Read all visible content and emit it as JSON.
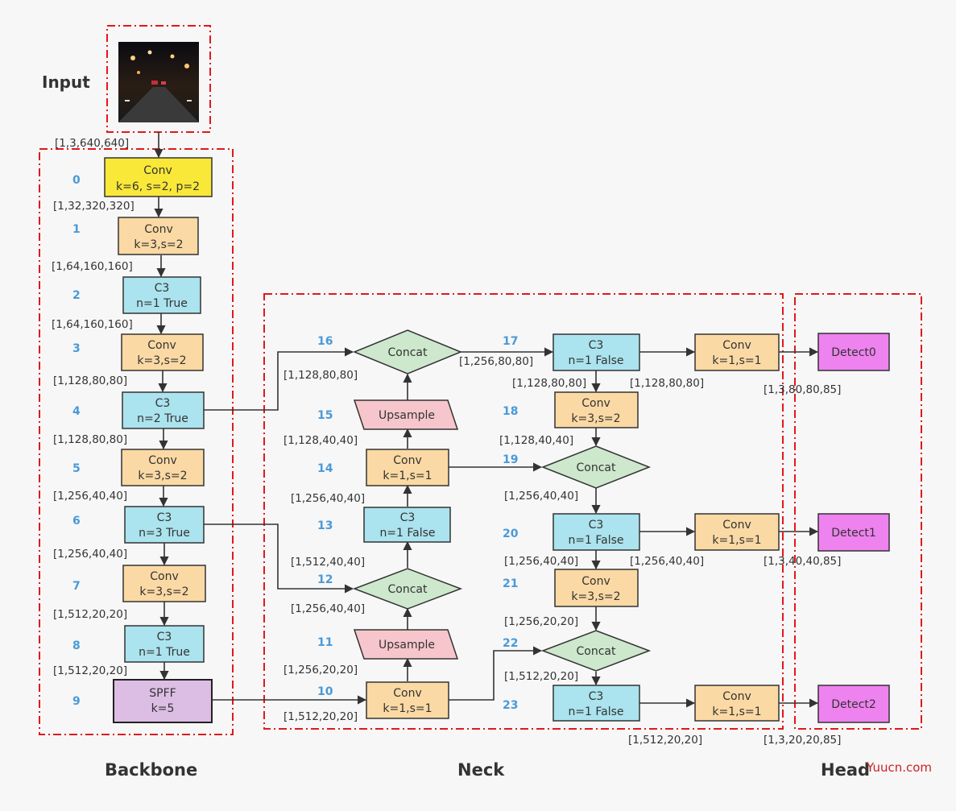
{
  "sections": {
    "input": "Input",
    "backbone": "Backbone",
    "neck": "Neck",
    "head": "Head"
  },
  "watermark": "Yuucn.com",
  "colors": {
    "conv_yellow": "#f9e838",
    "conv": "#fbd9a4",
    "c3": "#abe3ee",
    "spff": "#dcbde4",
    "upsample": "#f6c6cc",
    "concat": "#cde8cd",
    "detect": "#ee82ee",
    "index": "#4a9ad8",
    "region_border": "#e0191b"
  },
  "nodes": {
    "n0": {
      "index": "0",
      "line1": "Conv",
      "line2": "k=6, s=2, p=2"
    },
    "n1": {
      "index": "1",
      "line1": "Conv",
      "line2": "k=3,s=2"
    },
    "n2": {
      "index": "2",
      "line1": "C3",
      "line2": "n=1 True"
    },
    "n3": {
      "index": "3",
      "line1": "Conv",
      "line2": "k=3,s=2"
    },
    "n4": {
      "index": "4",
      "line1": "C3",
      "line2": "n=2 True"
    },
    "n5": {
      "index": "5",
      "line1": "Conv",
      "line2": "k=3,s=2"
    },
    "n6": {
      "index": "6",
      "line1": "C3",
      "line2": "n=3 True"
    },
    "n7": {
      "index": "7",
      "line1": "Conv",
      "line2": "k=3,s=2"
    },
    "n8": {
      "index": "8",
      "line1": "C3",
      "line2": "n=1 True"
    },
    "n9": {
      "index": "9",
      "line1": "SPFF",
      "line2": "k=5"
    },
    "n10": {
      "index": "10",
      "line1": "Conv",
      "line2": "k=1,s=1"
    },
    "n11": {
      "index": "11",
      "line1": "Upsample"
    },
    "n12": {
      "index": "12",
      "line1": "Concat"
    },
    "n13": {
      "index": "13",
      "line1": "C3",
      "line2": "n=1 False"
    },
    "n14": {
      "index": "14",
      "line1": "Conv",
      "line2": "k=1,s=1"
    },
    "n15": {
      "index": "15",
      "line1": "Upsample"
    },
    "n16": {
      "index": "16",
      "line1": "Concat"
    },
    "n17": {
      "index": "17",
      "line1": "C3",
      "line2": "n=1 False"
    },
    "n18": {
      "index": "18",
      "line1": "Conv",
      "line2": "k=3,s=2"
    },
    "n19": {
      "index": "19",
      "line1": "Concat"
    },
    "n20": {
      "index": "20",
      "line1": "C3",
      "line2": "n=1 False"
    },
    "n21": {
      "index": "21",
      "line1": "Conv",
      "line2": "k=3,s=2"
    },
    "n22": {
      "index": "22",
      "line1": "Concat"
    },
    "n23": {
      "index": "23",
      "line1": "C3",
      "line2": "n=1 False"
    },
    "hc0": {
      "line1": "Conv",
      "line2": "k=1,s=1"
    },
    "hc1": {
      "line1": "Conv",
      "line2": "k=1,s=1"
    },
    "hc2": {
      "line1": "Conv",
      "line2": "k=1,s=1"
    },
    "det0": {
      "line1": "Detect0"
    },
    "det1": {
      "line1": "Detect1"
    },
    "det2": {
      "line1": "Detect2"
    }
  },
  "shapes": {
    "s_in": "[1,3,640,640]",
    "s0": "[1,32,320,320]",
    "s1": "[1,64,160,160]",
    "s2": "[1,64,160,160]",
    "s3": "[1,128,80,80]",
    "s4": "[1,128,80,80]",
    "s5": "[1,256,40,40]",
    "s6": "[1,256,40,40]",
    "s7": "[1,512,20,20]",
    "s8": "[1,512,20,20]",
    "s9": "[1,512,20,20]",
    "s10": "[1,256,20,20]",
    "s11": "[1,256,40,40]",
    "s12": "[1,512,40,40]",
    "s13": "[1,256,40,40]",
    "s14": "[1,128,40,40]",
    "s15": "[1,128,80,80]",
    "s16": "[1,256,80,80]",
    "s17a": "[1,128,80,80]",
    "s17b": "[1,128,80,80]",
    "s18": "[1,128,40,40]",
    "s19": "[1,256,40,40]",
    "s20a": "[1,256,40,40]",
    "s20b": "[1,256,40,40]",
    "s21": "[1,256,20,20]",
    "s22": "[1,512,20,20]",
    "s23": "[1,512,20,20]",
    "d0": "[1,3,80,80,85]",
    "d1": "[1,3,40,40,85]",
    "d2": "[1,3,20,20,85]"
  }
}
